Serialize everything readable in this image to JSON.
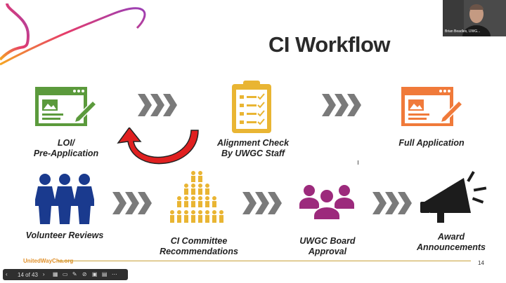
{
  "slide": {
    "title": "CI Workflow",
    "steps": {
      "loi": "LOI/\nPre-Application",
      "alignment": "Alignment Check\nBy UWGC Staff",
      "full_app": "Full Application",
      "volunteer": "Volunteer Reviews",
      "committee": "CI Committee\nRecommendations",
      "board": "UWGC Board\nApproval",
      "award": "Award\nAnnouncements"
    },
    "website": "UnitedWayCha.org",
    "page_number": "14"
  },
  "presenter": {
    "name": "Brian Beadles, UWG..."
  },
  "toolbar": {
    "page_indicator": "14 of 43"
  },
  "colors": {
    "green": "#5b9a3c",
    "orange": "#f07a3a",
    "gold": "#e9b533",
    "navy": "#1a3a8e",
    "purple": "#9c2a7c",
    "chevron": "#7a7a7a",
    "red_arrow": "#e02020"
  }
}
